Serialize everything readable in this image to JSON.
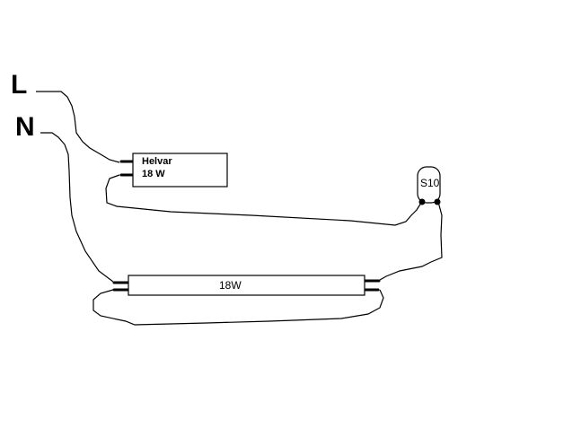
{
  "terminals": {
    "line": "L",
    "neutral": "N"
  },
  "ballast": {
    "brand": "Helvar",
    "power": "18 W"
  },
  "starter": {
    "label": "S10"
  },
  "tube": {
    "label": "18W"
  },
  "colors": {
    "ink": "#000000",
    "background": "#ffffff"
  }
}
